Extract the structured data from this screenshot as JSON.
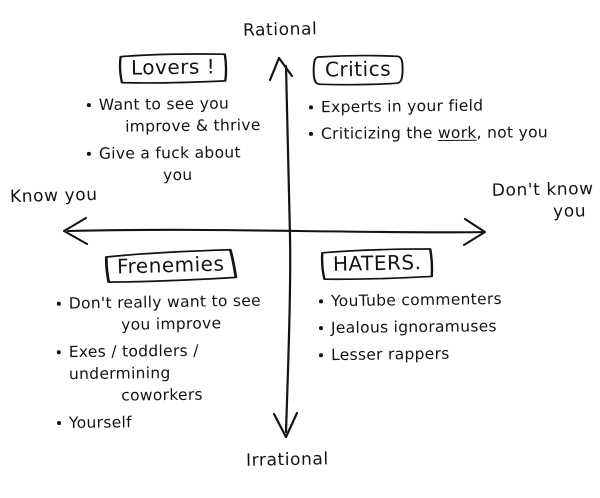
{
  "diagram": {
    "type": "2x2-matrix",
    "background_color": "#ffffff",
    "ink_color": "#15130f",
    "axes": {
      "vertical": {
        "top_label": "Rational",
        "bottom_label": "Irrational"
      },
      "horizontal": {
        "left_label": "Know you",
        "right_label_line1": "Don't know",
        "right_label_line2": "you"
      }
    },
    "quadrants": [
      {
        "id": "lovers",
        "position": "top-left",
        "title": "Lovers !",
        "bullets": [
          {
            "line1": "Want to see you",
            "line2": "improve & thrive"
          },
          {
            "line1": "Give a fuck about",
            "line2": "you"
          }
        ]
      },
      {
        "id": "critics",
        "position": "top-right",
        "title": "Critics",
        "bullets": [
          {
            "line1": "Experts in your field"
          },
          {
            "pre": "Criticizing the ",
            "emphasis": "work",
            "post": ", not you"
          }
        ]
      },
      {
        "id": "frenemies",
        "position": "bottom-left",
        "title": "Frenemies",
        "bullets": [
          {
            "line1": "Don't really want to see",
            "line2": "you improve"
          },
          {
            "line1": "Exes / toddlers / undermining",
            "line2": "coworkers"
          },
          {
            "line1": "Yourself"
          }
        ]
      },
      {
        "id": "haters",
        "position": "bottom-right",
        "title": "HATERS.",
        "bullets": [
          {
            "line1": "YouTube commenters"
          },
          {
            "line1": "Jealous ignoramuses"
          },
          {
            "line1": "Lesser rappers"
          }
        ]
      }
    ]
  }
}
